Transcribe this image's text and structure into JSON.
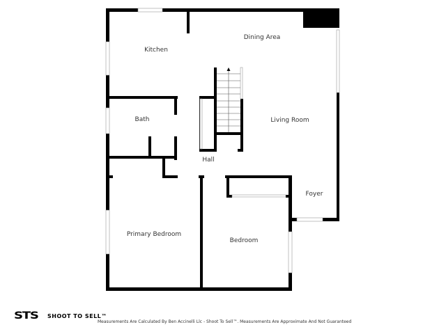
{
  "rooms": {
    "kitchen": "Kitchen",
    "dining_area": "Dining Area",
    "bath": "Bath",
    "living_room": "Living Room",
    "hall": "Hall",
    "foyer": "Foyer",
    "primary_bedroom": "Primary Bedroom",
    "bedroom": "Bedroom"
  },
  "footer": {
    "logo_mark": "STS",
    "logo_text": "SHOOT TO SELL™",
    "disclaimer": "Measurements Are Calculated By Ben Accinelli Llc - Shoot To Sell™. Measurements Are Approximate And Not Guaranteed"
  }
}
